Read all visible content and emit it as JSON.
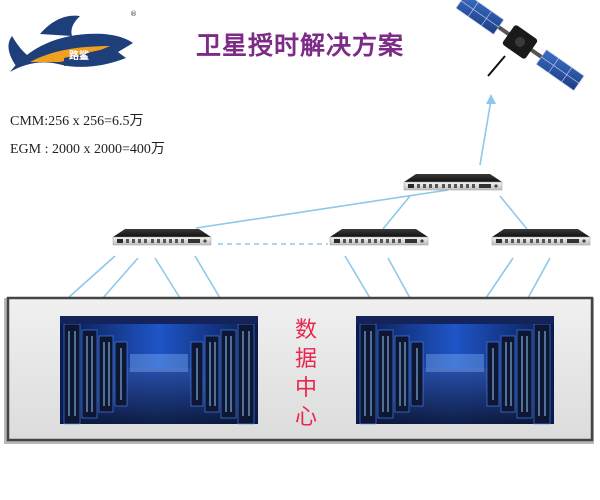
{
  "title": "卫星授时解决方案",
  "formulas": {
    "cmm": "CMM:256 x 256=6.5万",
    "egm": "EGM : 2000 x 2000=400万"
  },
  "logo": {
    "text": "路鲨",
    "mark": "®"
  },
  "datacenter": {
    "chars": [
      "数",
      "据",
      "中",
      "心"
    ]
  },
  "colors": {
    "title": "#7d2b86",
    "link": "#8ec8ea",
    "datacenter_label": "#e8264e",
    "panel": "#e4e4e4"
  },
  "icons": [
    "shark-logo-icon",
    "satellite-icon",
    "rack-server-icon",
    "server-room-icon"
  ]
}
